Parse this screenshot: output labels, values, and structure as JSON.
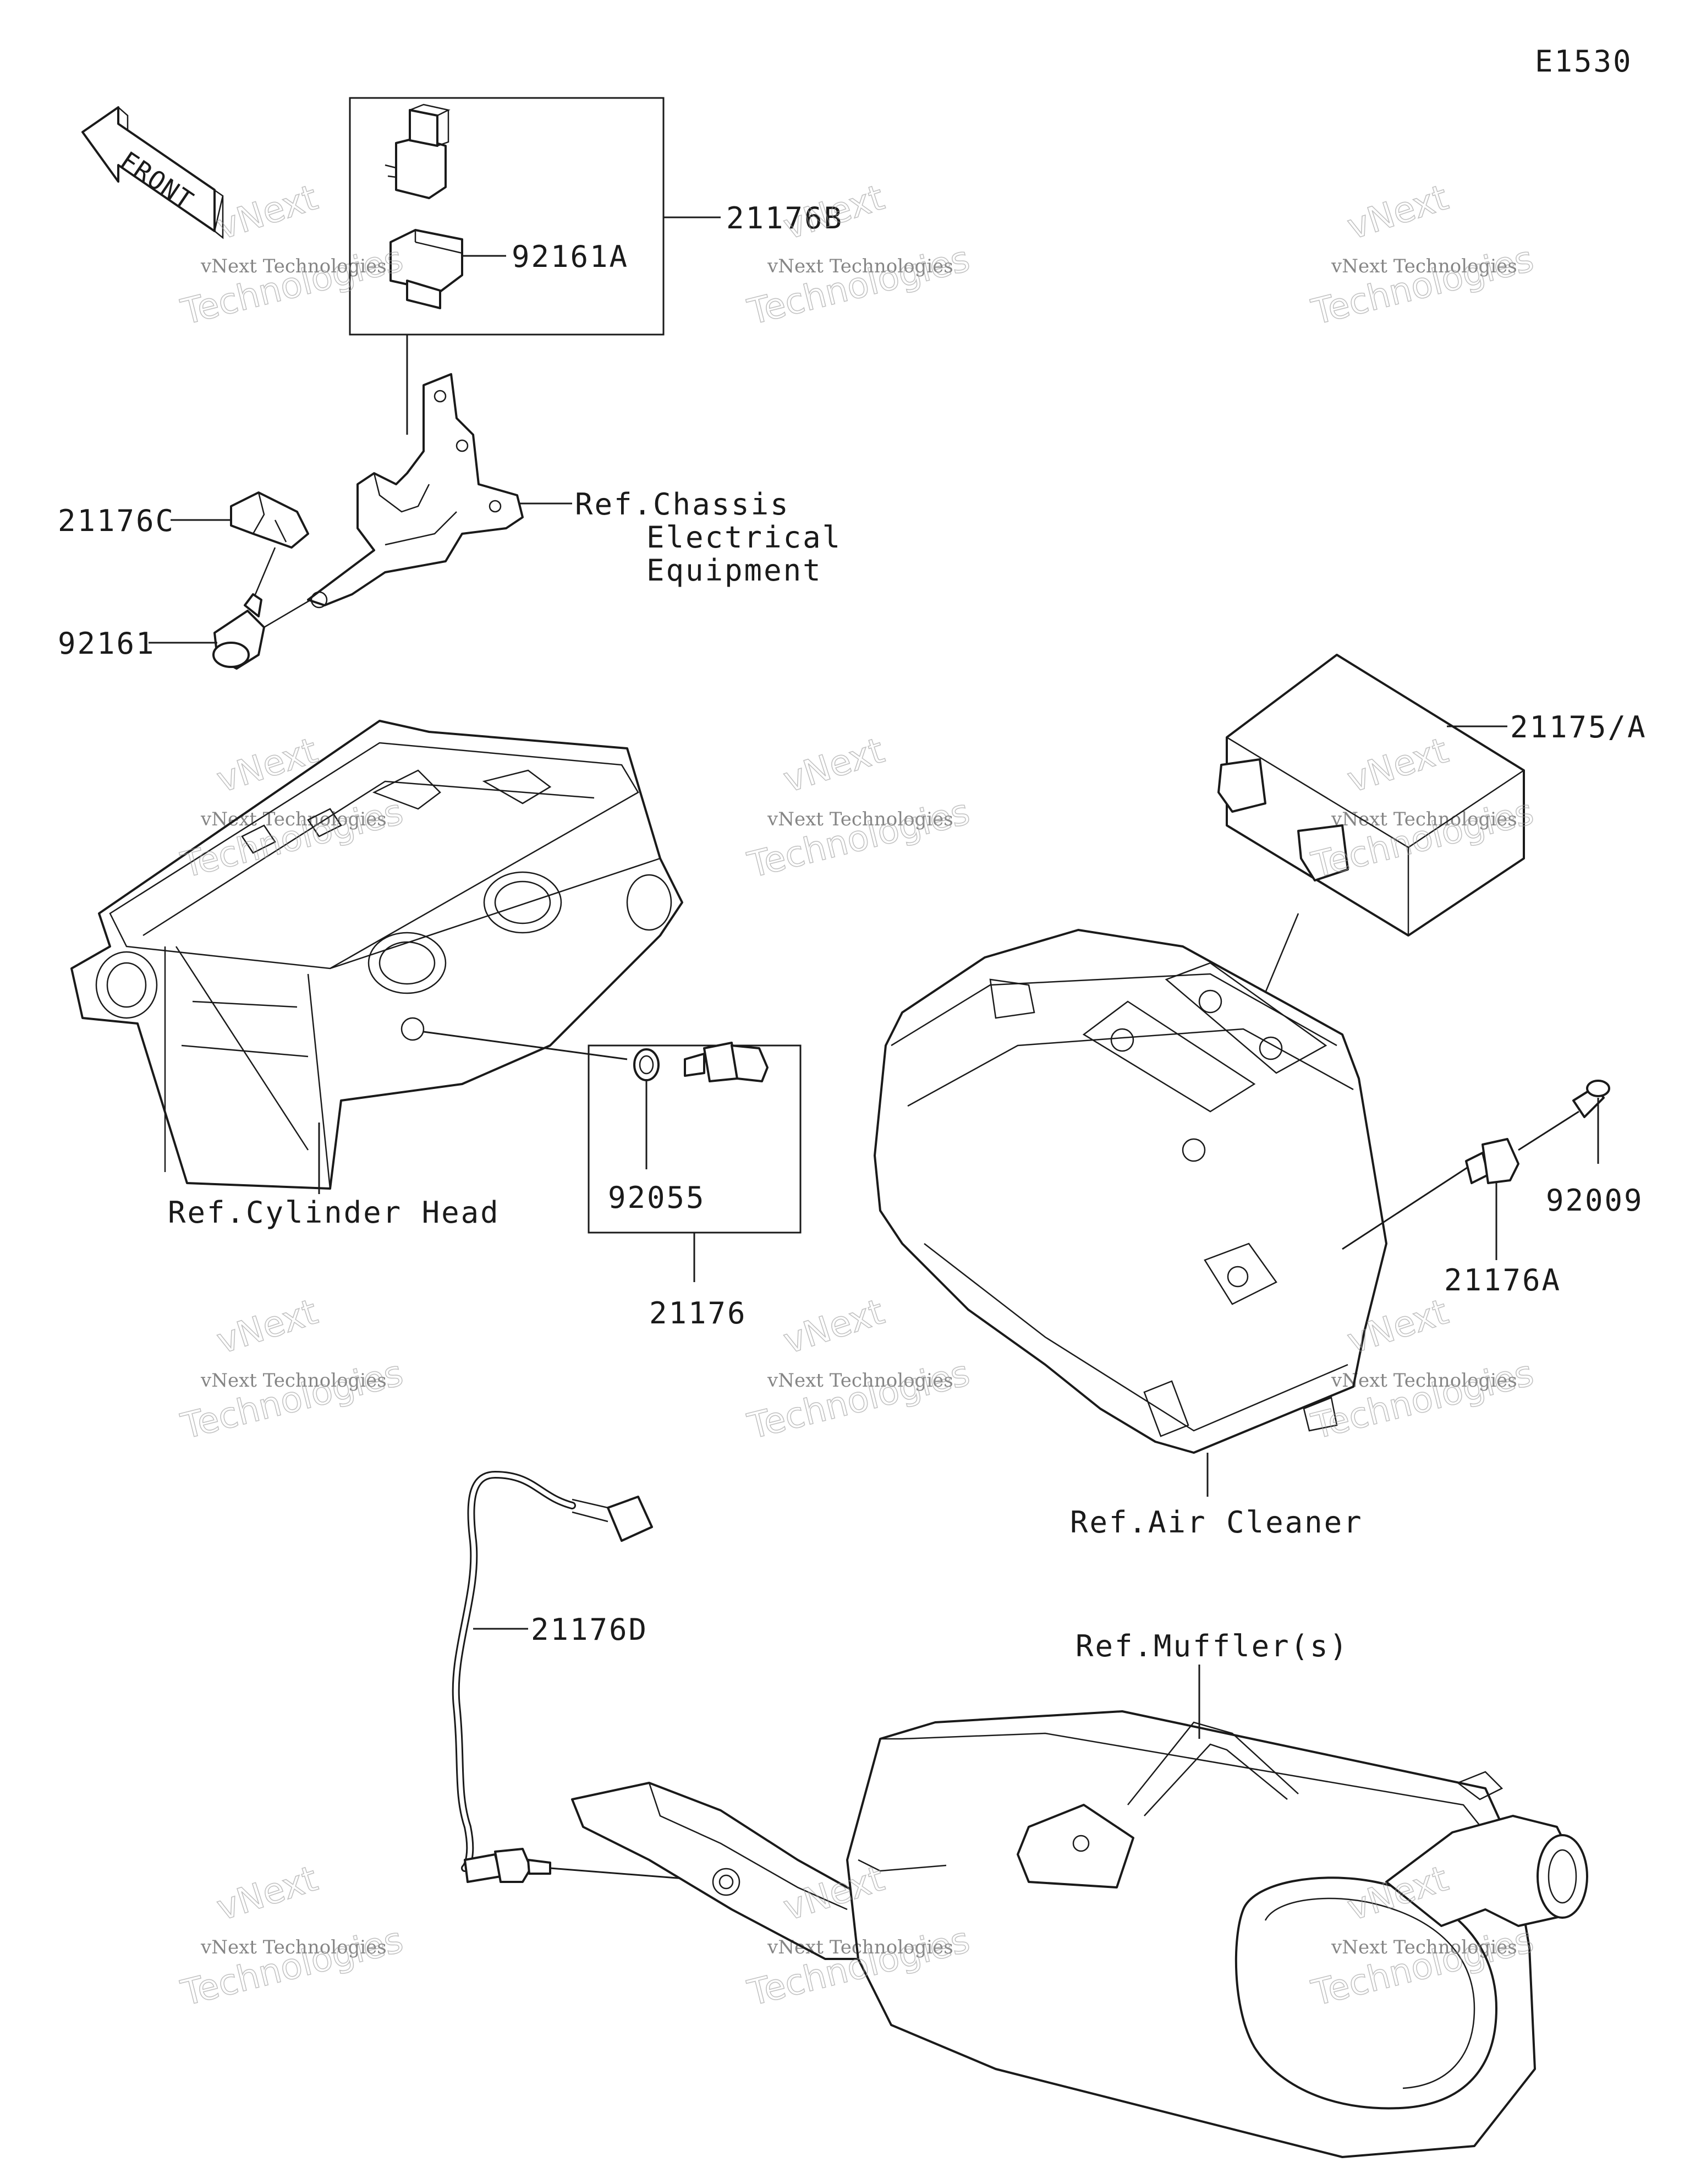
{
  "diagram_code": "E1530",
  "front_arrow_label": "FRONT",
  "part_labels": {
    "p21176B": "21176B",
    "p92161A": "92161A",
    "p21176C": "21176C",
    "p92161": "92161",
    "p21175A": "21175/A",
    "p92055": "92055",
    "p21176": "21176",
    "p92009": "92009",
    "p21176A": "21176A",
    "p21176D": "21176D"
  },
  "ref_labels": {
    "chassis_line1": "Ref.Chassis",
    "chassis_line2": "Electrical",
    "chassis_line3": "Equipment",
    "cylinder_head": "Ref.Cylinder Head",
    "air_cleaner": "Ref.Air Cleaner",
    "mufflers": "Ref.Muffler(s)"
  },
  "watermark": {
    "line1": "vNext Technologies",
    "line2": "vNext",
    "line3": "Technologies"
  }
}
